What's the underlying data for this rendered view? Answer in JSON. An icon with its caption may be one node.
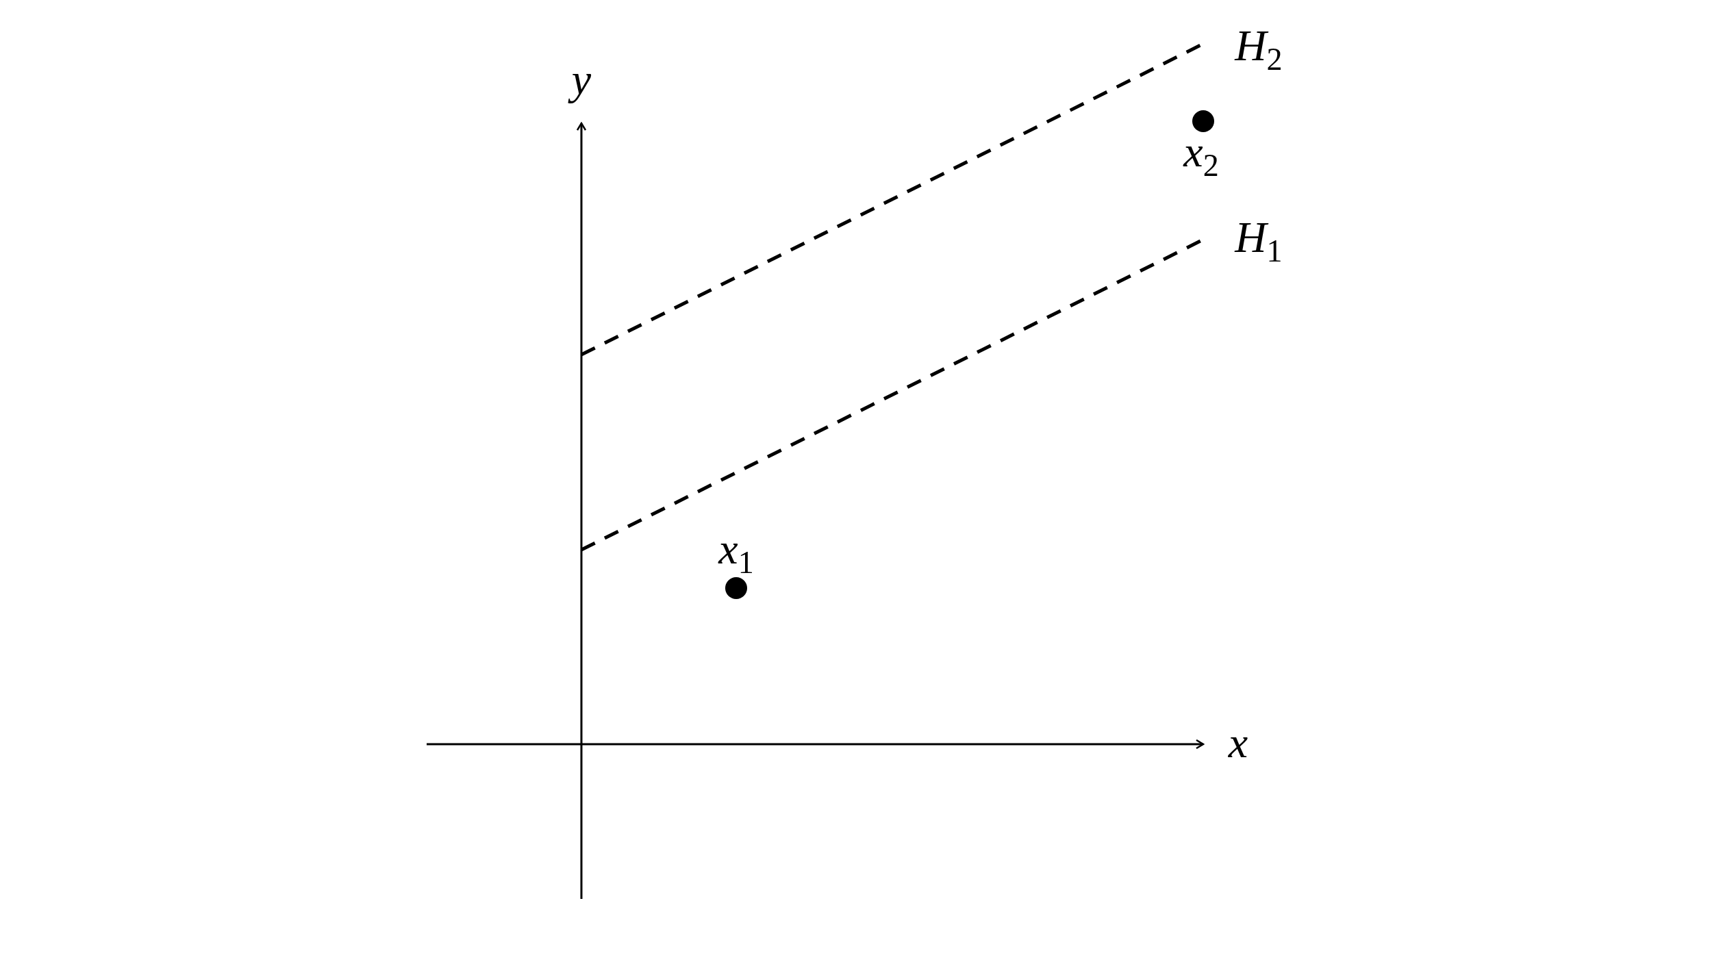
{
  "diagram": {
    "nodes": [
      {
        "text": [],
        "shape": "circle",
        "beside": [
          "x$_{2}$"
        ]
      },
      {
        "text": [],
        "shape": "circle",
        "beside": [
          "x$_{1}$"
        ]
      }
    ],
    "labels": [
      "y",
      "H$_{2}$",
      "H$_{1}$",
      "x"
    ]
  }
}
